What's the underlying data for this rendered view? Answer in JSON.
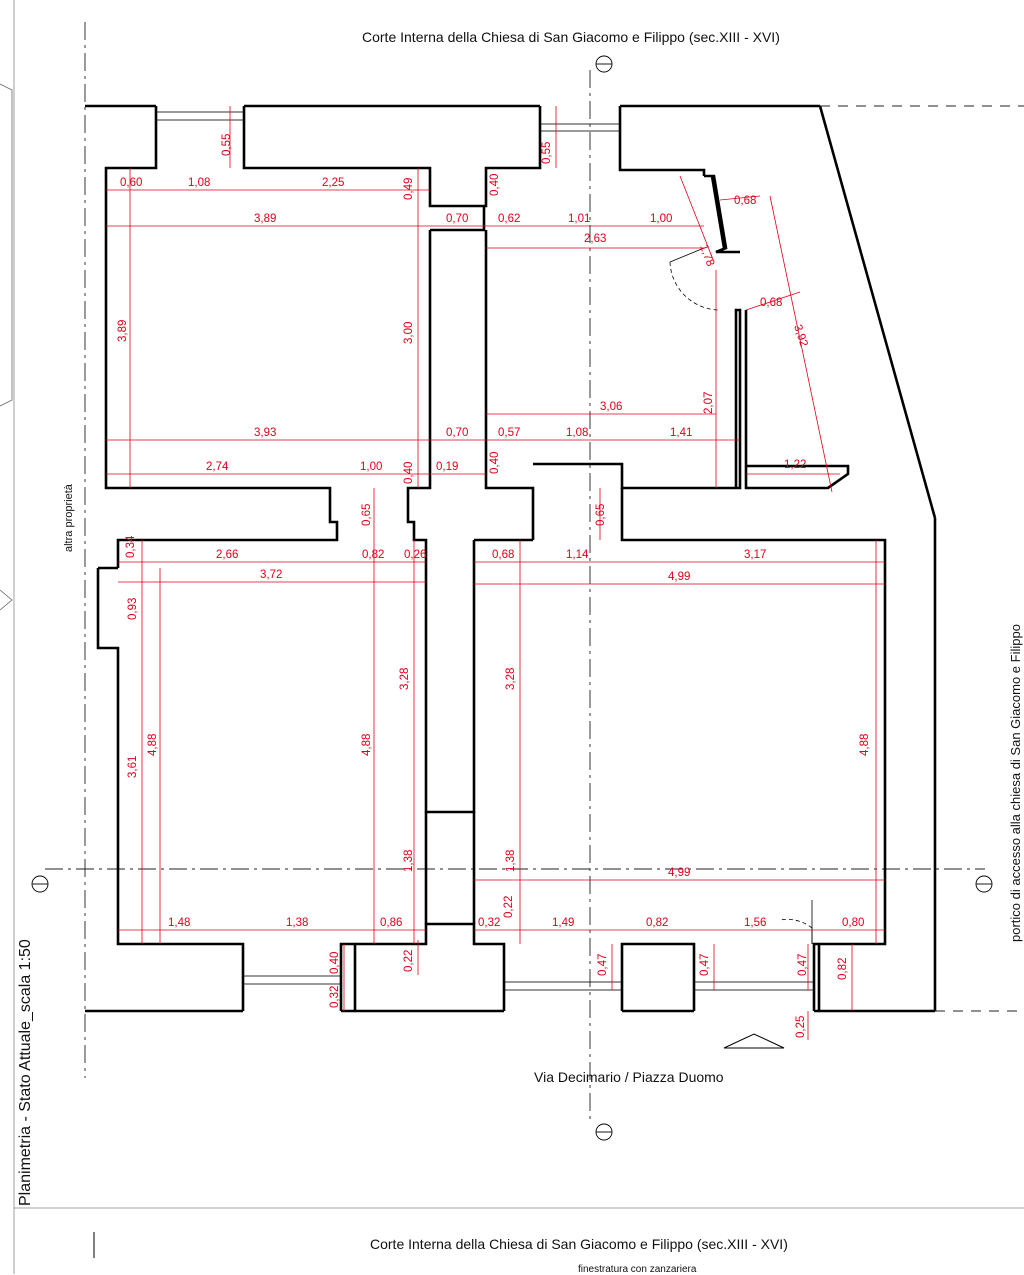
{
  "labels": {
    "top_courtyard": "Corte Interna della Chiesa di San Giacomo e Filippo (sec.XIII - XVI)",
    "bottom_street": "Via Decimario / Piazza Duomo",
    "right_portico": "portico di accesso alla chiesa di San Giacomo e Filippo",
    "left_property": "altra proprietà",
    "sheet_title": "Planimetria - Stato Attuale_scala 1:50",
    "footer_courtyard": "Corte Interna della Chiesa di San Giacomo e Filippo (sec.XIII - XVI)",
    "footer_legend": "finestratura con zanzariera"
  },
  "dimensions": [
    "0,60",
    "1,08",
    "2,25",
    "0,49",
    "3,89",
    "0,70",
    "0,62",
    "1,01",
    "1,00",
    "0,40",
    "2,63",
    "1,78",
    "0,68",
    "0,68",
    "3,92",
    "3,89",
    "3,00",
    "3,06",
    "2,07",
    "3,93",
    "0,70",
    "0,57",
    "1,08",
    "1,41",
    "2,74",
    "1,00",
    "0,40",
    "0,19",
    "0,40",
    "1,22",
    "0,55",
    "0,55",
    "0,65",
    "0,65",
    "0,34",
    "2,66",
    "0,82",
    "0,26",
    "3,72",
    "0,93",
    "3,28",
    "4,88",
    "3,61",
    "4,88",
    "1,38",
    "0,68",
    "1,14",
    "3,17",
    "4,99",
    "3,28",
    "1,38",
    "4,88",
    "1,48",
    "1,38",
    "0,86",
    "4,99",
    "0,32",
    "0,22",
    "1,49",
    "0,82",
    "1,56",
    "0,80",
    "0,40",
    "0,32",
    "0,22",
    "0,47",
    "0,47",
    "0,47",
    "0,82",
    "0,25"
  ],
  "colors": {
    "walls": "#000000",
    "dimensions": "#e0001b",
    "axis": "#222222"
  },
  "icons": [
    "section-marker-icon",
    "entrance-arrow-icon"
  ]
}
